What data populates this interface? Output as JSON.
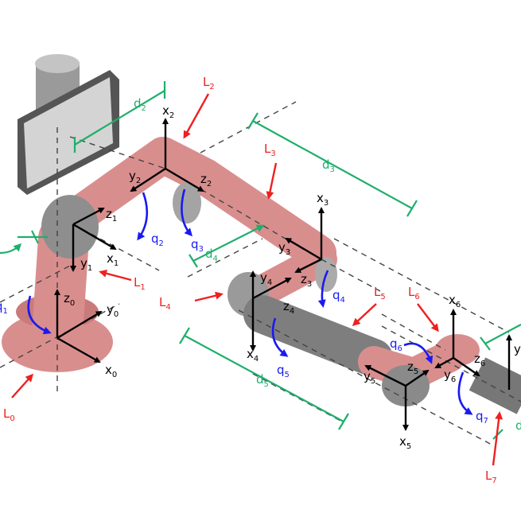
{
  "colors": {
    "link_label": "#ee2020",
    "dimension": "#1fae6c",
    "joint": "#1a1af0",
    "axis": "#000000",
    "body_pink": "#d98e8e",
    "body_gray": "#8e8e8e"
  },
  "frames": [
    {
      "name": "frame-0",
      "axes": [
        {
          "b": "x",
          "s": "0"
        },
        {
          "b": "y",
          "s": "0"
        },
        {
          "b": "z",
          "s": "0"
        }
      ]
    },
    {
      "name": "frame-1",
      "axes": [
        {
          "b": "x",
          "s": "1"
        },
        {
          "b": "y",
          "s": "1"
        },
        {
          "b": "z",
          "s": "1"
        }
      ]
    },
    {
      "name": "frame-2",
      "axes": [
        {
          "b": "x",
          "s": "2"
        },
        {
          "b": "y",
          "s": "2"
        },
        {
          "b": "z",
          "s": "2"
        }
      ]
    },
    {
      "name": "frame-3",
      "axes": [
        {
          "b": "x",
          "s": "3"
        },
        {
          "b": "y",
          "s": "3"
        },
        {
          "b": "z",
          "s": "3"
        }
      ]
    },
    {
      "name": "frame-4",
      "axes": [
        {
          "b": "x",
          "s": "4"
        },
        {
          "b": "y",
          "s": "4"
        },
        {
          "b": "z",
          "s": "4"
        }
      ]
    },
    {
      "name": "frame-5",
      "axes": [
        {
          "b": "x",
          "s": "5"
        },
        {
          "b": "y",
          "s": "5"
        },
        {
          "b": "z",
          "s": "5"
        }
      ]
    },
    {
      "name": "frame-6",
      "axes": [
        {
          "b": "x",
          "s": "6"
        },
        {
          "b": "y",
          "s": "6"
        },
        {
          "b": "z",
          "s": "6"
        }
      ]
    },
    {
      "name": "frame-7",
      "axes": [
        {
          "b": "y",
          "s": ""
        }
      ]
    }
  ],
  "links": [
    {
      "b": "L",
      "s": "0"
    },
    {
      "b": "L",
      "s": "1"
    },
    {
      "b": "L",
      "s": "2"
    },
    {
      "b": "L",
      "s": "3"
    },
    {
      "b": "L",
      "s": "4"
    },
    {
      "b": "L",
      "s": "5"
    },
    {
      "b": "L",
      "s": "6"
    },
    {
      "b": "L",
      "s": "7"
    }
  ],
  "joints": [
    {
      "b": "q",
      "s": "1"
    },
    {
      "b": "q",
      "s": "2"
    },
    {
      "b": "q",
      "s": "3"
    },
    {
      "b": "q",
      "s": "4"
    },
    {
      "b": "q",
      "s": "5"
    },
    {
      "b": "q",
      "s": "6"
    },
    {
      "b": "q",
      "s": "7"
    }
  ],
  "dimensions": [
    {
      "b": "d",
      "s": "2"
    },
    {
      "b": "d",
      "s": "3"
    },
    {
      "b": "d",
      "s": "4"
    },
    {
      "b": "d",
      "s": "5"
    },
    {
      "b": "d",
      "s": ""
    }
  ]
}
